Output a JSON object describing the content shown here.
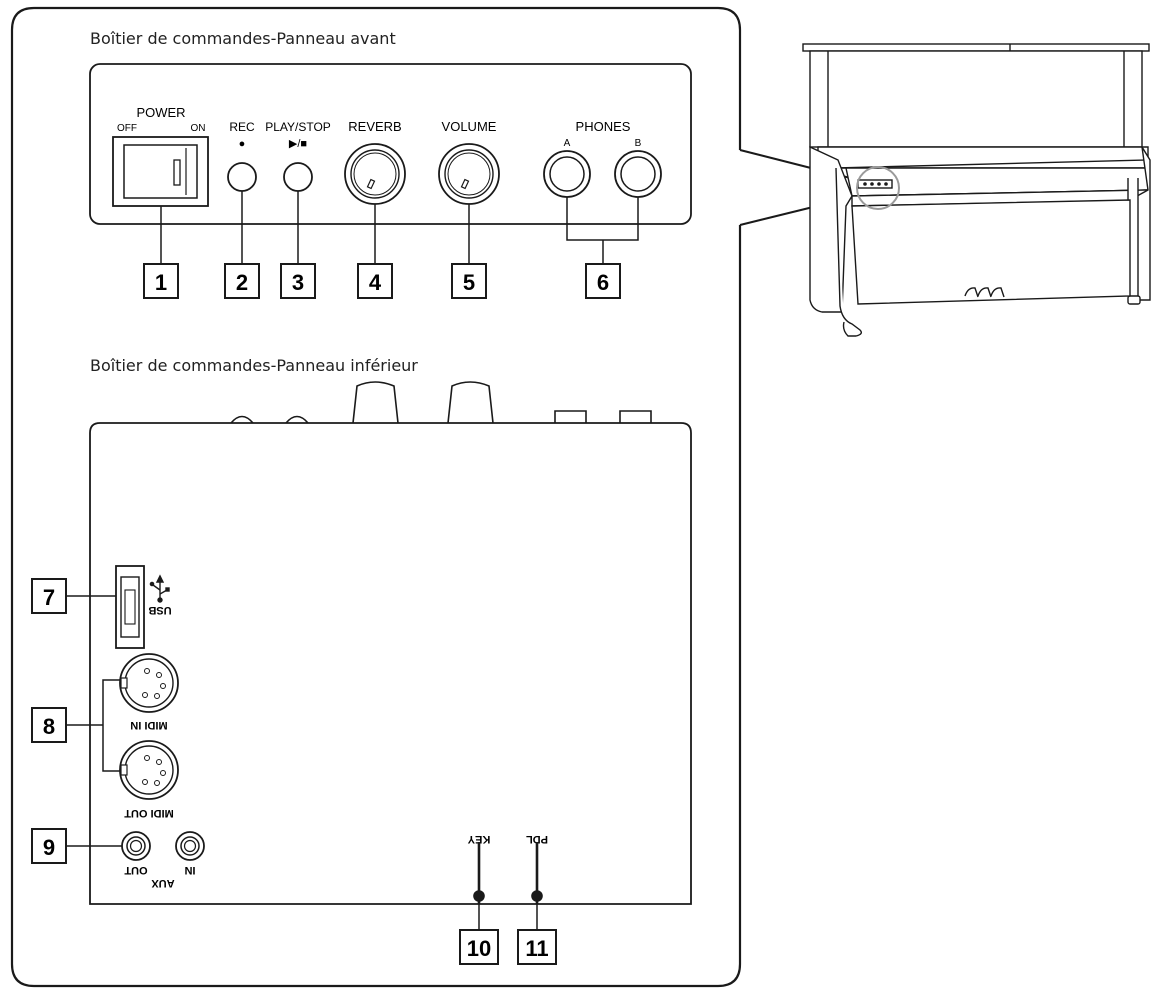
{
  "sections": {
    "front_title": "Boîtier de commandes-Panneau avant",
    "bottom_title": "Boîtier de commandes-Panneau inférieur"
  },
  "front_panel": {
    "power": "POWER",
    "off": "OFF",
    "on": "ON",
    "rec": "REC",
    "rec_symbol": "●",
    "play_stop": "PLAY/STOP",
    "play_stop_symbol": "▶/■",
    "reverb": "REVERB",
    "volume": "VOLUME",
    "phones": "PHONES",
    "phones_a": "A",
    "phones_b": "B"
  },
  "bottom_panel": {
    "usb": "USB",
    "midi_in": "MIDI IN",
    "midi_out": "MIDI OUT",
    "aux": "AUX",
    "aux_out": "OUT",
    "aux_in": "IN",
    "key": "KEY",
    "pdl": "PDL"
  },
  "callouts": [
    "1",
    "2",
    "3",
    "4",
    "5",
    "6",
    "7",
    "8",
    "9",
    "10",
    "11"
  ],
  "icons": {
    "usb": "usb-trident-icon",
    "midi": "din-5-pin-icon",
    "piano": "upright-piano-icon"
  },
  "colors": {
    "line": "#1a1a1a",
    "highlight": "#9a9a9a",
    "background": "#ffffff"
  }
}
